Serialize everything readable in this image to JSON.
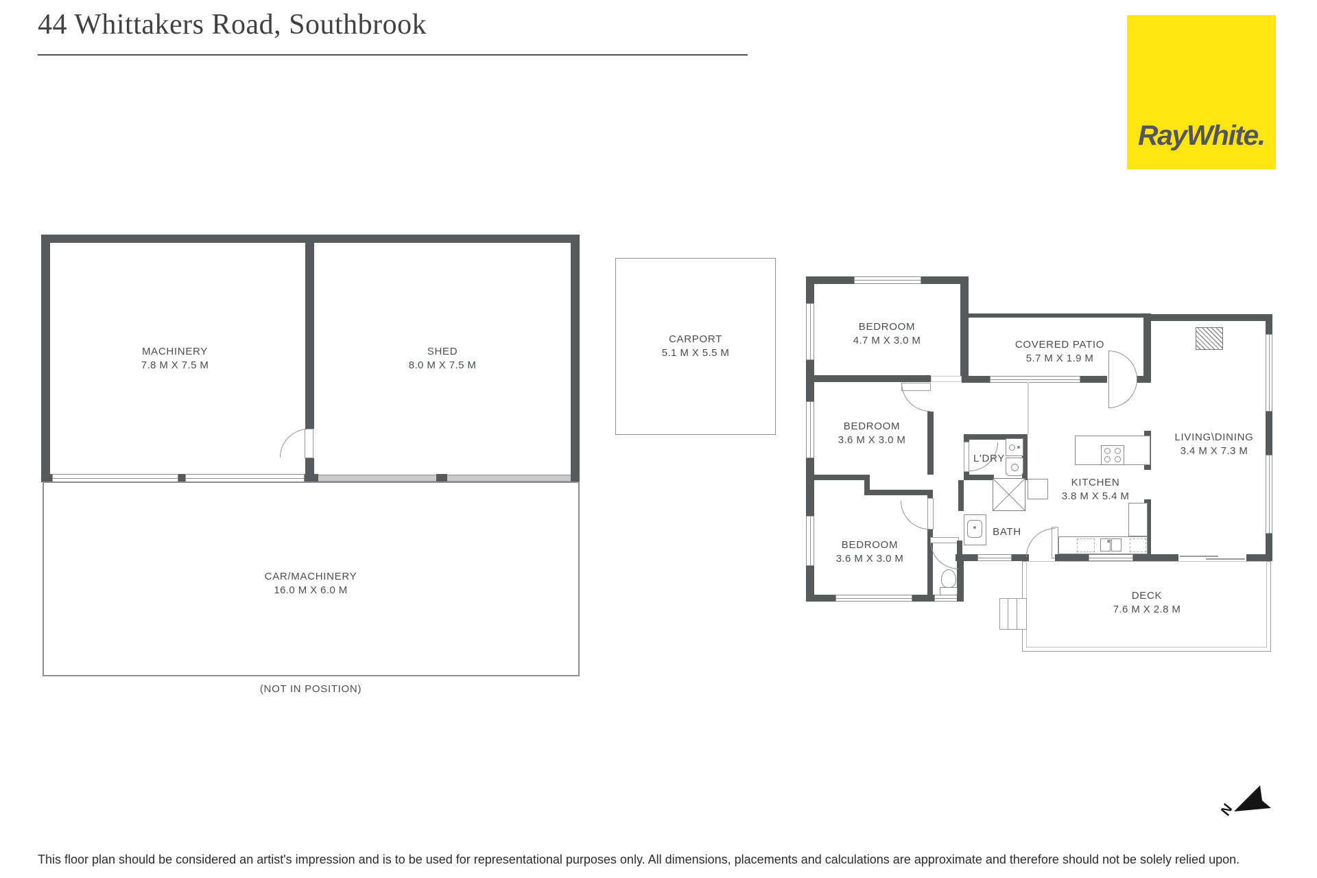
{
  "header": {
    "title": "44 Whittakers Road, Southbrook",
    "logo_text": "RayWhite."
  },
  "rooms": [
    {
      "name": "MACHINERY",
      "dims": "7.8 M X 7.5 M"
    },
    {
      "name": "SHED",
      "dims": "8.0 M X 7.5 M"
    },
    {
      "name": "CAR/MACHINERY",
      "dims": "16.0 M X 6.0 M"
    },
    {
      "name": "CARPORT",
      "dims": "5.1 M X 5.5 M"
    },
    {
      "name": "BEDROOM",
      "dims": "4.7 M X 3.0 M"
    },
    {
      "name": "COVERED PATIO",
      "dims": "5.7 M X 1.9 M"
    },
    {
      "name": "BEDROOM",
      "dims": "3.6 M X 3.0 M"
    },
    {
      "name": "L'DRY",
      "dims": ""
    },
    {
      "name": "KITCHEN",
      "dims": "3.8 M X 5.4 M"
    },
    {
      "name": "LIVING\\DINING",
      "dims": "3.4 M X 7.3 M"
    },
    {
      "name": "BATH",
      "dims": ""
    },
    {
      "name": "BEDROOM",
      "dims": "3.6 M X 3.0 M"
    },
    {
      "name": "DECK",
      "dims": "7.6 M X 2.8 M"
    }
  ],
  "annotations": {
    "not_in_position": "(NOT IN POSITION)",
    "north": "N"
  },
  "footer": {
    "disclaimer": "This floor plan should be considered an artist's impression and is to be used for representational purposes only. All dimensions, placements and calculations are approximate and therefore should not be solely relied upon."
  },
  "colors": {
    "wall": "#57595B",
    "line": "#8F8F8F",
    "text": "#4A4C4E",
    "brand-bg": "#FFE512",
    "brand-fg": "#54565A",
    "ink": "#161616"
  }
}
